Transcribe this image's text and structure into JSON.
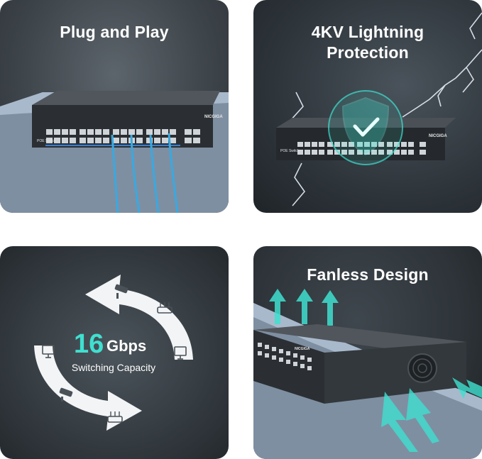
{
  "panels": [
    {
      "title": "Plug and Play",
      "device": {
        "brand": "NICGIGA",
        "label": "POE Switch"
      }
    },
    {
      "title_lines": [
        "4KV Lightning",
        "Protection"
      ],
      "device": {
        "brand": "NICGIGA",
        "label": "POE Switch"
      }
    },
    {
      "big_number": "16",
      "unit": "Gbps",
      "subtitle": "Switching Capacity"
    },
    {
      "title": "Fanless Design",
      "device": {
        "brand": "NICGIGA"
      }
    }
  ],
  "icons": [
    "cctv-camera-icon",
    "router-icon",
    "monitor-icon",
    "shield-check-icon",
    "airflow-arrow-icon",
    "lightning-icon"
  ],
  "colors": {
    "accent": "#3fe0d0",
    "cable": "#39a9e0",
    "panel_dark": "#2c3135",
    "ledge": "#8aa0b8"
  }
}
